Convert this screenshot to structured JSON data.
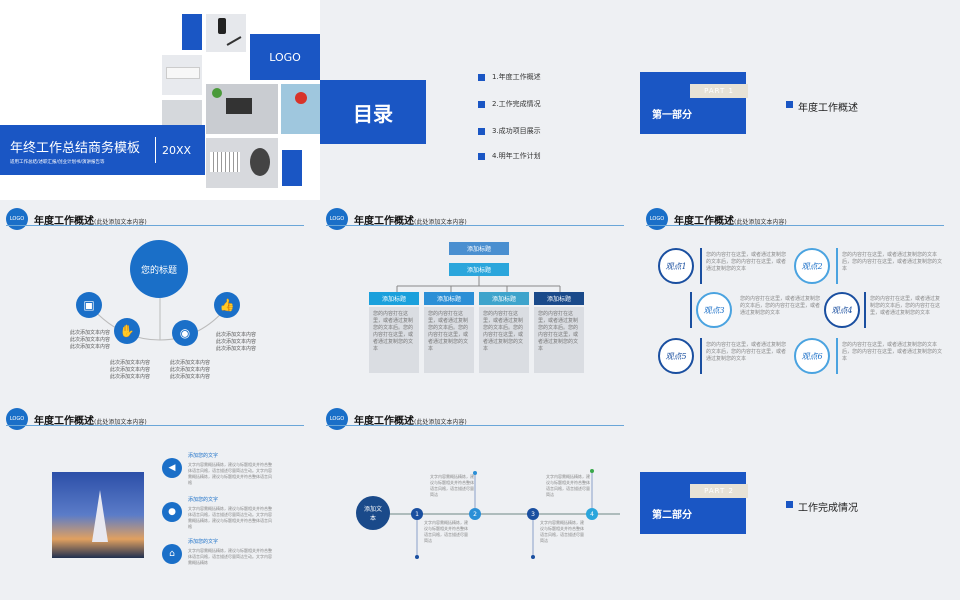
{
  "cover": {
    "logo": "LOGO",
    "title": "年终工作总结商务模板",
    "year": "20XX",
    "subtitle": "适用工作总结/述职汇报/创业计划书/演讲报告等"
  },
  "toc": {
    "title": "目录",
    "items": [
      "1.年度工作概述",
      "2.工作完成情况",
      "3.成功项目展示",
      "4.明年工作计划"
    ]
  },
  "part1": {
    "tag": "PART  1",
    "label": "第一部分",
    "title": "年度工作概述"
  },
  "part2": {
    "tag": "PART  2",
    "label": "第二部分",
    "title": "工作完成情况"
  },
  "header": {
    "logo": "LOGO",
    "title": "年度工作概述",
    "sub": "(此处添加文本内容)"
  },
  "slide4": {
    "center": "您的标题",
    "texts": [
      [
        "此次添加文本内容",
        "此次添加文本内容",
        "此次添加文本内容"
      ],
      [
        "此次添加文本内容",
        "此次添加文本内容",
        "此次添加文本内容"
      ],
      [
        "此次添加文本内容",
        "此次添加文本内容",
        "此次添加文本内容"
      ],
      [
        "此次添加文本内容",
        "此次添加文本内容",
        "此次添加文本内容"
      ]
    ]
  },
  "slide5": {
    "top1": "添加标题",
    "top2": "添加标题",
    "boxes": [
      {
        "head": "添加标题",
        "body": "您的内容打在这里，或者通过复制您的文本后。您的内容打在这里，或者通过复制您的文本"
      },
      {
        "head": "添加标题",
        "body": "您的内容打在这里，或者通过复制您的文本后。您的内容打在这里，或者通过复制您的文本"
      },
      {
        "head": "添加标题",
        "body": "您的内容打在这里，或者通过复制您的文本后。您的内容打在这里，或者通过复制您的文本"
      },
      {
        "head": "添加标题",
        "body": "您的内容打在这里，或者通过复制您的文本后。您的内容打在这里，或者通过复制您的文本"
      }
    ]
  },
  "slide6": {
    "items": [
      {
        "label": "观点1",
        "text": "您的内容打在这里，或者通过复制您的文本后，您的内容打在这里，或者通过复制您的文本"
      },
      {
        "label": "观点2",
        "text": "您的内容打在这里，或者通过复制您的文本后，您的内容打在这里，或者通过复制您的文本"
      },
      {
        "label": "观点3",
        "text": "您的内容打在这里，或者通过复制您的文本后，您的内容打在这里，或者通过复制您的文本"
      },
      {
        "label": "观点4",
        "text": "您的内容打在这里，或者通过复制您的文本后，您的内容打在这里，或者通过复制您的文本"
      },
      {
        "label": "观点5",
        "text": "您的内容打在这里，或者通过复制您的文本后，您的内容打在这里，或者通过复制您的文本"
      },
      {
        "label": "观点6",
        "text": "您的内容打在这里，或者通过复制您的文本后，您的内容打在这里，或者通过复制您的文本"
      }
    ]
  },
  "slide7": {
    "items": [
      {
        "title": "添加您的文字",
        "text": "文字内容需概括精炼，建议与标题相关并符合整体语言风格，语言描述尽量简洁生动。文字内容需概括精炼，建议与标题相关并符合整体语言风格"
      },
      {
        "title": "添加您的文字",
        "text": "文字内容需概括精炼，建议与标题相关并符合整体语言风格，语言描述尽量简洁生动。文字内容需概括精炼，建议与标题相关并符合整体语言风格"
      },
      {
        "title": "添加您的文字",
        "text": "文字内容需概括精炼，建议与标题相关并符合整体语言风格，语言描述尽量简洁生动。文字内容需概括精炼"
      }
    ]
  },
  "slide8": {
    "start": "添加文本",
    "steps": [
      "1",
      "2",
      "3",
      "4"
    ],
    "text": "文字内容需概括精炼，建议与标题相关并符合整体语言风格，语言描述尽量简洁"
  },
  "colors": {
    "primary": "#1a56c4",
    "accent": "#1a6fc8",
    "light": "#3ab0e0"
  }
}
